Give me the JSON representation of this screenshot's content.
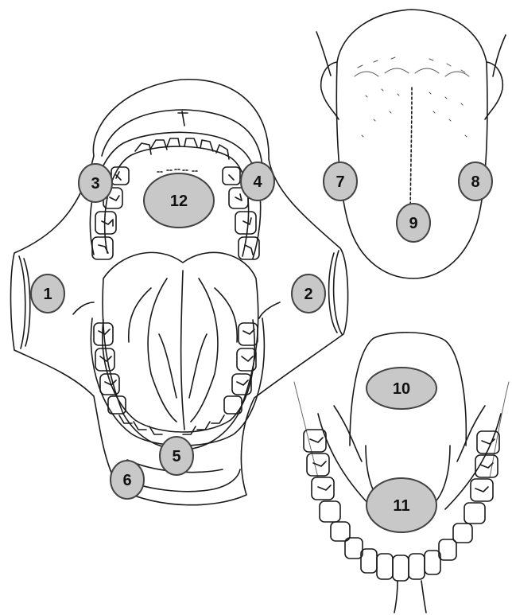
{
  "figure": {
    "background": "#ffffff",
    "line_color": "#1a1a1a",
    "marker_fill": "#c8c8c8",
    "marker_stroke": "#444444"
  },
  "markers": [
    {
      "id": "1",
      "label": "1"
    },
    {
      "id": "2",
      "label": "2"
    },
    {
      "id": "3",
      "label": "3"
    },
    {
      "id": "4",
      "label": "4"
    },
    {
      "id": "5",
      "label": "5"
    },
    {
      "id": "6",
      "label": "6"
    },
    {
      "id": "7",
      "label": "7"
    },
    {
      "id": "8",
      "label": "8"
    },
    {
      "id": "9",
      "label": "9"
    },
    {
      "id": "10",
      "label": "10"
    },
    {
      "id": "11",
      "label": "11"
    },
    {
      "id": "12",
      "label": "12"
    }
  ]
}
